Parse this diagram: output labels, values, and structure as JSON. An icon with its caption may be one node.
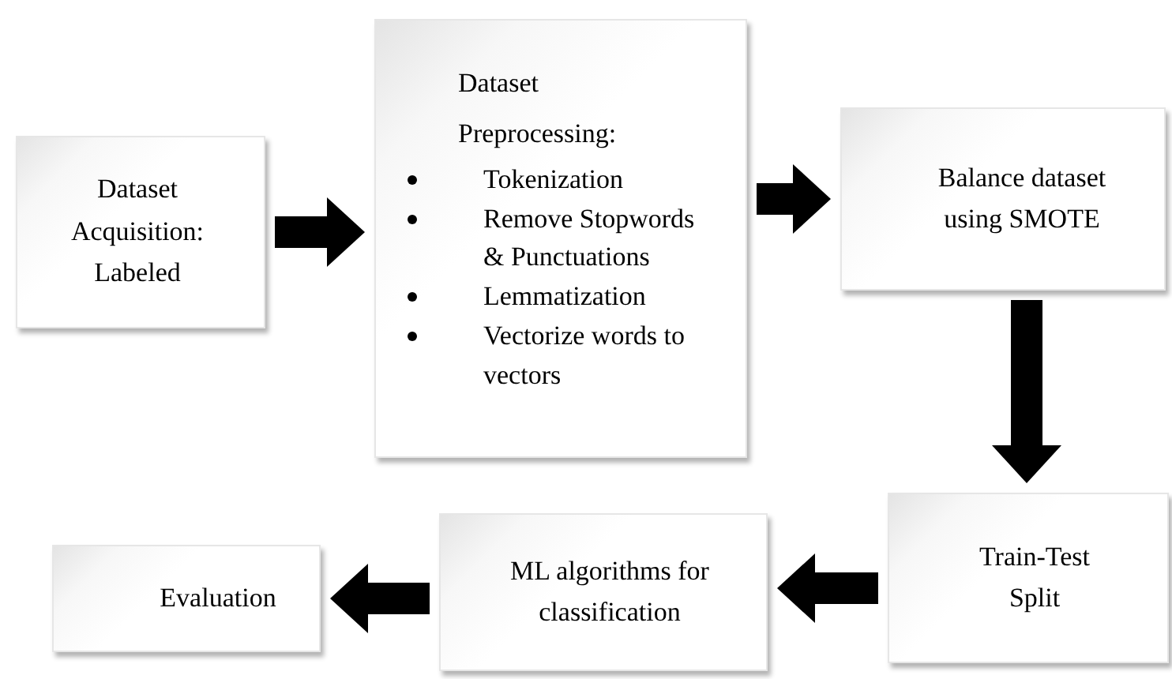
{
  "diagram": {
    "nodes": [
      {
        "text": [
          "Dataset Acquisition: Labeled"
        ]
      },
      {
        "text": [
          "Dataset Preprocessing:",
          "Tokenization",
          "Remove Stopwords & Punctuations",
          "Lemmatization",
          "Vectorize words to vectors"
        ]
      },
      {
        "text": [
          "Balance dataset using SMOTE"
        ]
      },
      {
        "text": [
          "Train-Test Split"
        ]
      },
      {
        "text": [
          "ML algorithms for classification"
        ]
      },
      {
        "text": [
          "Evaluation"
        ]
      }
    ],
    "edges": [
      {
        "from": 0,
        "to": 1,
        "arrow": "to"
      },
      {
        "from": 1,
        "to": 2,
        "arrow": "to"
      },
      {
        "from": 2,
        "to": 3,
        "arrow": "to"
      },
      {
        "from": 3,
        "to": 4,
        "arrow": "to"
      },
      {
        "from": 4,
        "to": 5,
        "arrow": "to"
      }
    ]
  }
}
